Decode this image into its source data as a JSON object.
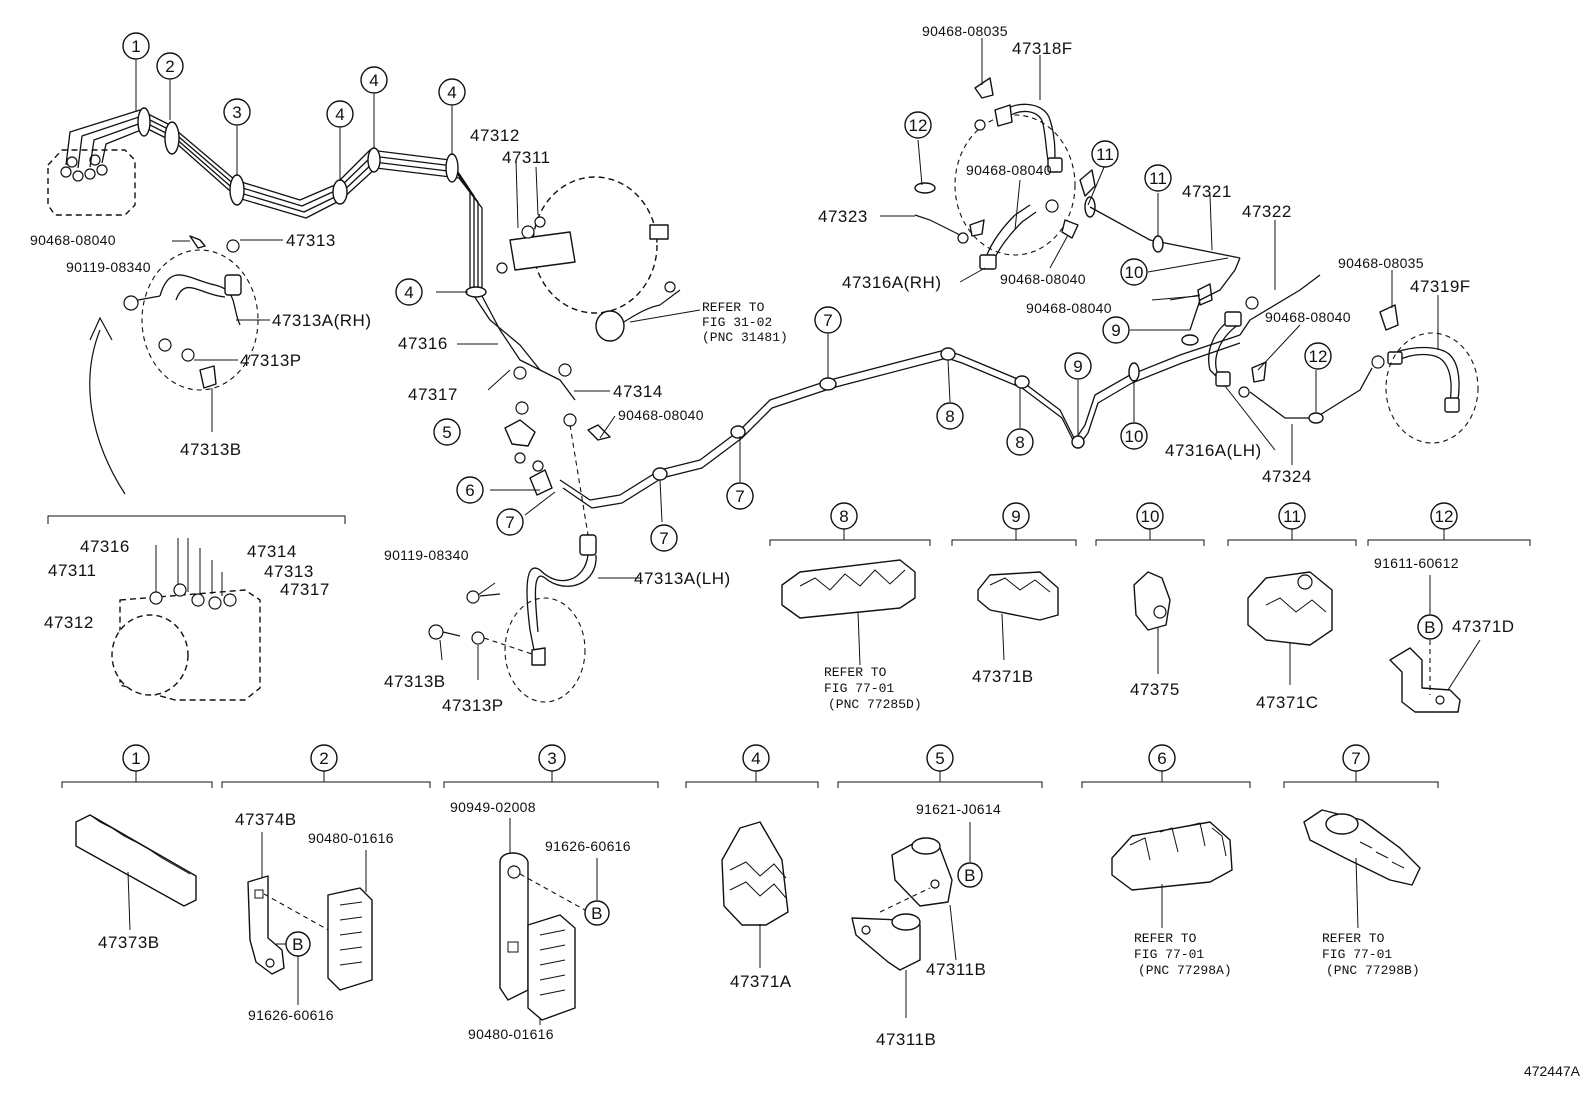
{
  "callouts": [
    "1",
    "2",
    "3",
    "4",
    "5",
    "6",
    "7",
    "8",
    "9",
    "10",
    "11",
    "12"
  ],
  "labels": {
    "p90468_08040_a": "90468-08040",
    "p47313_a": "47313",
    "p90119_08340_a": "90119-08340",
    "p47313A_RH": "47313A(RH)",
    "p47313P_a": "47313P",
    "p47313B_a": "47313B",
    "p47312_a": "47312",
    "p47311_a": "47311",
    "p47316_a": "47316",
    "p47317_a": "47317",
    "p47314_a": "47314",
    "p90468_08040_b": "90468-08040",
    "ref_31_1": "REFER TO",
    "ref_31_2": "FIG 31-02",
    "ref_31_3": "(PNC 31481)",
    "p90119_08340_b": "90119-08340",
    "p47313A_LH": "47313A(LH)",
    "p47313B_b": "47313B",
    "p47313P_b": "47313P",
    "d_47316": "47316",
    "d_47314": "47314",
    "d_47311": "47311",
    "d_47313": "47313",
    "d_47317": "47317",
    "d_47312": "47312",
    "p90468_08035_a": "90468-08035",
    "p47318F": "47318F",
    "p90468_08040_c": "90468-08040",
    "p47323": "47323",
    "p47316A_RH": "47316A(RH)",
    "p90468_08040_d": "90468-08040",
    "p90468_08040_e": "90468-08040",
    "p47321": "47321",
    "p47322": "47322",
    "p90468_08035_b": "90468-08035",
    "p47319F": "47319F",
    "p90468_08040_f": "90468-08040",
    "p47316A_LH": "47316A(LH)",
    "p47324": "47324",
    "ref_772_1": "REFER TO",
    "ref_772_2": "FIG 77-01",
    "ref_772_3": "(PNC 77285D)",
    "p47371B": "47371B",
    "p47375": "47375",
    "p47371C": "47371C",
    "p91611_60612": "91611-60612",
    "p47371D": "47371D",
    "p47373B": "47373B",
    "p47374B": "47374B",
    "p90480_01616_a": "90480-01616",
    "p91626_60616_a": "91626-60616",
    "p90949_02008": "90949-02008",
    "p91626_60616_b": "91626-60616",
    "p90480_01616_b": "90480-01616",
    "p47371A": "47371A",
    "p91621_J0614": "91621-J0614",
    "p47311B_a": "47311B",
    "p47311B_b": "47311B",
    "ref_298A_1": "REFER TO",
    "ref_298A_2": "FIG 77-01",
    "ref_298A_3": "(PNC 77298A)",
    "ref_298B_1": "REFER TO",
    "ref_298B_2": "FIG 77-01",
    "ref_298B_3": "(PNC 77298B)",
    "bolt_mark": "B",
    "sheet_id": "472447A"
  }
}
